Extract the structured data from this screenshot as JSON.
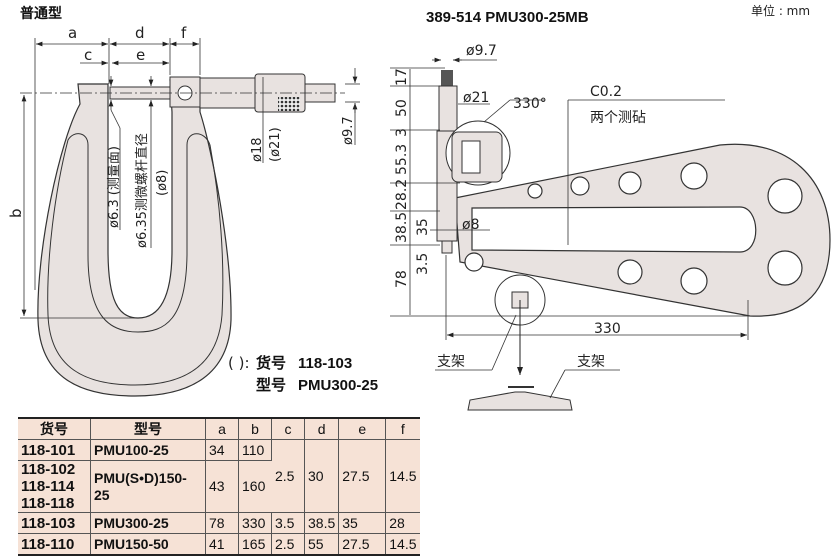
{
  "left_view": {
    "title": "普通型",
    "dims": {
      "a": "a",
      "b": "b",
      "c": "c",
      "d": "d",
      "e": "e",
      "f": "f"
    },
    "label_face": "ø6.3 (测量面)",
    "label_spindle": "ø6.35测微螺杆直径",
    "label_spindle_alt": "(ø8)",
    "label_sleeve": "ø18",
    "label_sleeve_alt": "(ø21)",
    "label_ratchet": "ø9.7",
    "note_paren": "( ):",
    "note_no_label": "货号",
    "note_no": "118-103",
    "note_model_label": "型号",
    "note_model": "PMU300-25"
  },
  "right_view": {
    "title": "389-514   PMU300-25MB",
    "unit": "单位 : mm",
    "d97": "ø9.7",
    "d21": "ø21",
    "angle": "330°",
    "chamfer": "C0.2",
    "chamfer_note": "两个测砧",
    "d8": "ø8",
    "v17": "17",
    "v50": "50",
    "v3": "3",
    "v553": "55.3",
    "v282": "28.2",
    "v385": "38.5",
    "v35": "35",
    "v35b": "3.5",
    "v78": "78",
    "w330": "330",
    "stand1": "支架",
    "stand2": "支架"
  },
  "table": {
    "headers": [
      "货号",
      "型号",
      "a",
      "b",
      "c",
      "d",
      "e",
      "f"
    ],
    "rows": [
      {
        "no": "118-101",
        "model": "PMU100-25",
        "a": "34",
        "b": "110"
      },
      {
        "no": "118-102",
        "no2": "118-114",
        "no3": "118-118",
        "model": "PMU(S•D)150-25",
        "a": "43",
        "b": "160"
      },
      {
        "no": "118-103",
        "model": "PMU300-25",
        "a": "78",
        "b": "330",
        "c": "3.5",
        "d": "38.5",
        "e": "35",
        "f": "28"
      },
      {
        "no": "118-110",
        "model": "PMU150-50",
        "a": "41",
        "b": "165",
        "c": "2.5",
        "d": "55",
        "e": "27.5",
        "f": "14.5"
      }
    ],
    "merged": {
      "c": "2.5",
      "d": "30",
      "e": "27.5",
      "f": "14.5"
    }
  }
}
